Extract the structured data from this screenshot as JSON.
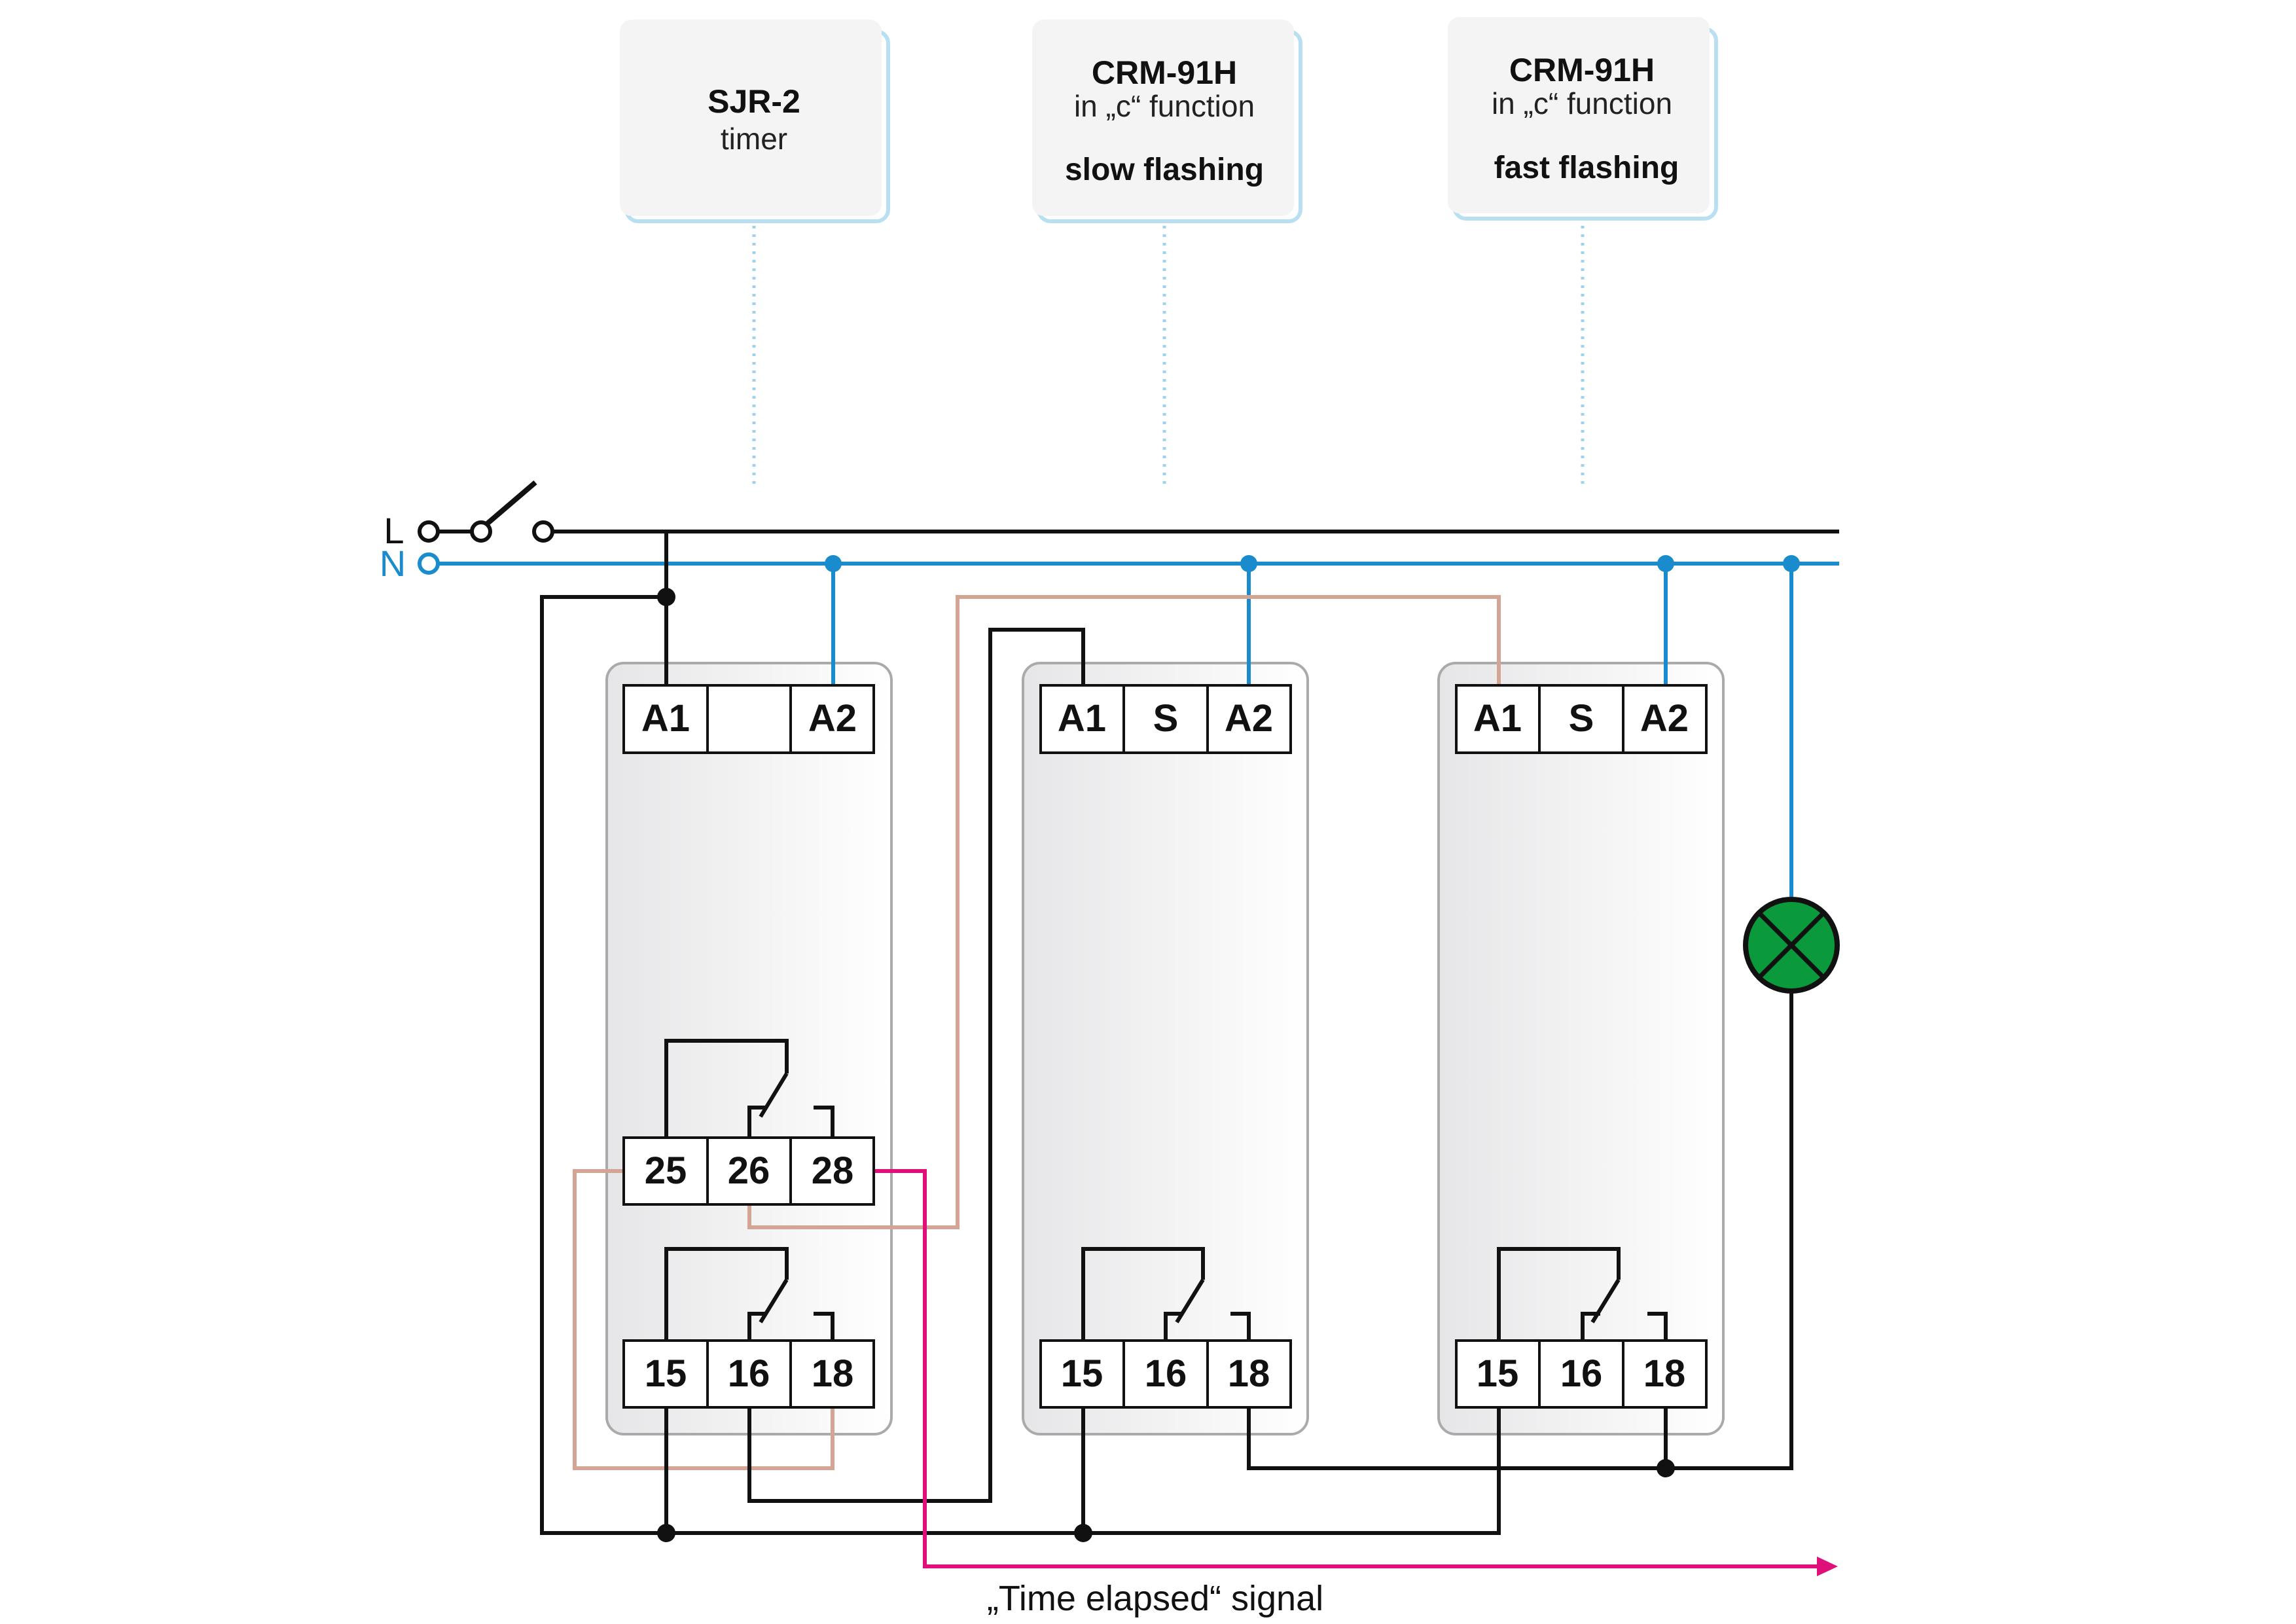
{
  "devices": [
    {
      "id": "sjr2",
      "name": "SJR-2",
      "subtitle": "timer",
      "mode": "",
      "top_terminals": [
        "A1",
        "",
        "A2"
      ],
      "contact_group_1": [
        "25",
        "26",
        "28"
      ],
      "contact_group_2": [
        "15",
        "16",
        "18"
      ]
    },
    {
      "id": "crm1",
      "name": "CRM-91H",
      "subtitle": "in „c“ function",
      "mode": "slow flashing",
      "top_terminals": [
        "A1",
        "S",
        "A2"
      ],
      "contact_group_2": [
        "15",
        "16",
        "18"
      ]
    },
    {
      "id": "crm2",
      "name": "CRM-91H",
      "subtitle": "in „c“ function",
      "mode": "fast flashing",
      "top_terminals": [
        "A1",
        "S",
        "A2"
      ],
      "contact_group_2": [
        "15",
        "16",
        "18"
      ]
    }
  ],
  "supply": {
    "line_label": "L",
    "neutral_label": "N"
  },
  "signal": {
    "label": "„Time elapsed“ signal"
  },
  "colors": {
    "line": "#111111",
    "neutral": "#1a8cce",
    "link": "#d4a595",
    "signal": "#e0107a",
    "lamp": "#0a9a3c",
    "card_border": "#b9e0f2",
    "card_bg": "#f4f4f4",
    "dotted": "#9dd3ee",
    "module_border": "#aaaaaa"
  }
}
